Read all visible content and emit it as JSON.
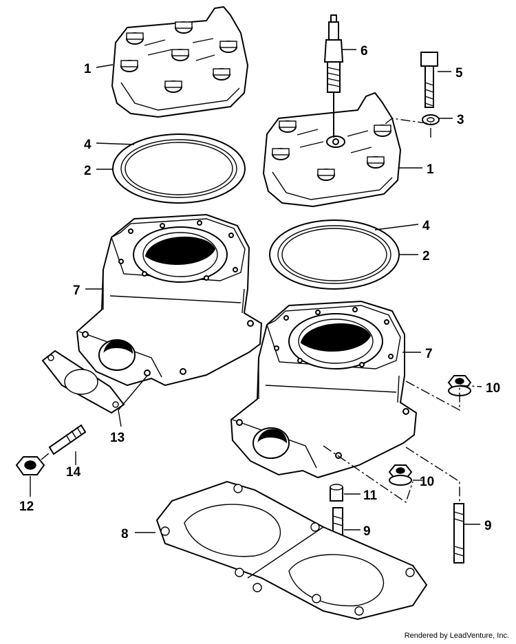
{
  "callouts": {
    "c1a": "1",
    "c1b": "1",
    "c2a": "2",
    "c2b": "2",
    "c3": "3",
    "c4a": "4",
    "c4b": "4",
    "c5": "5",
    "c6": "6",
    "c7a": "7",
    "c7b": "7",
    "c8": "8",
    "c9a": "9",
    "c9b": "9",
    "c10a": "10",
    "c10b": "10",
    "c11": "11",
    "c12": "12",
    "c13": "13",
    "c14": "14"
  },
  "footer": "Rendered by LeadVenture, Inc."
}
